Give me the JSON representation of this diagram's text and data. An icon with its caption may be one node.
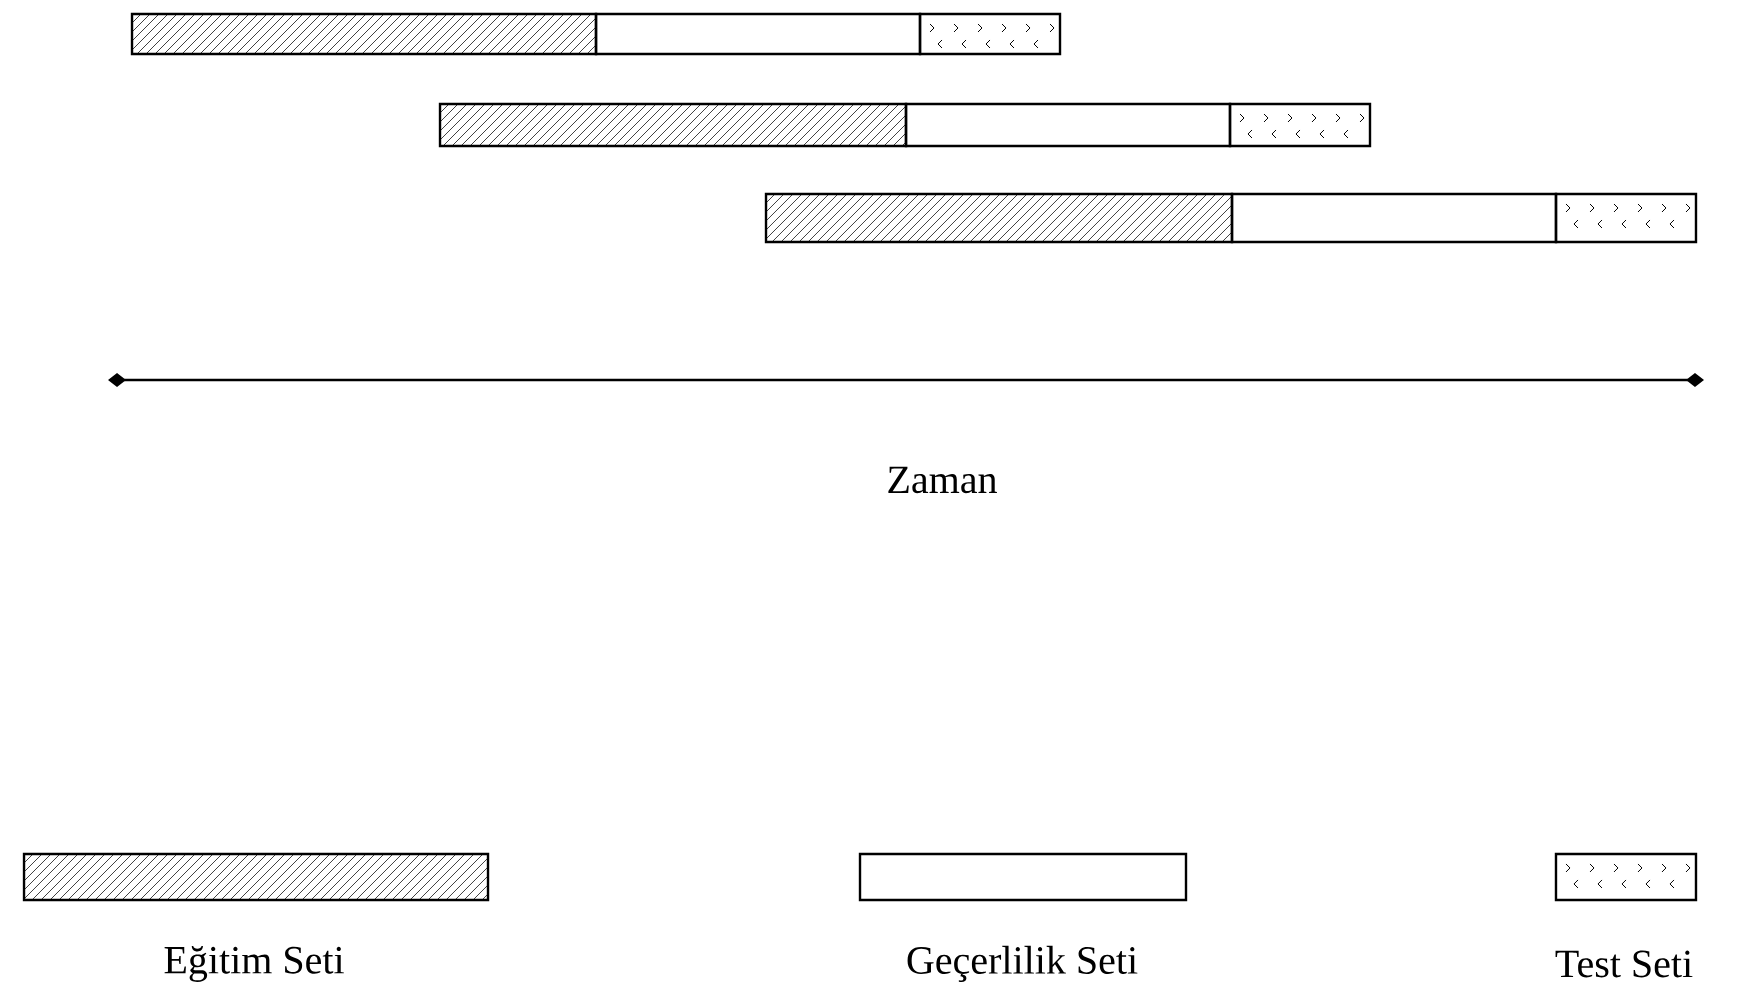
{
  "diagram": {
    "labels": [
      "Zaman"
    ],
    "legend": [
      {
        "text": "Eğitim Seti"
      },
      {
        "text": "Geçerlilik Seti"
      },
      {
        "text": "Test Seti"
      }
    ]
  }
}
